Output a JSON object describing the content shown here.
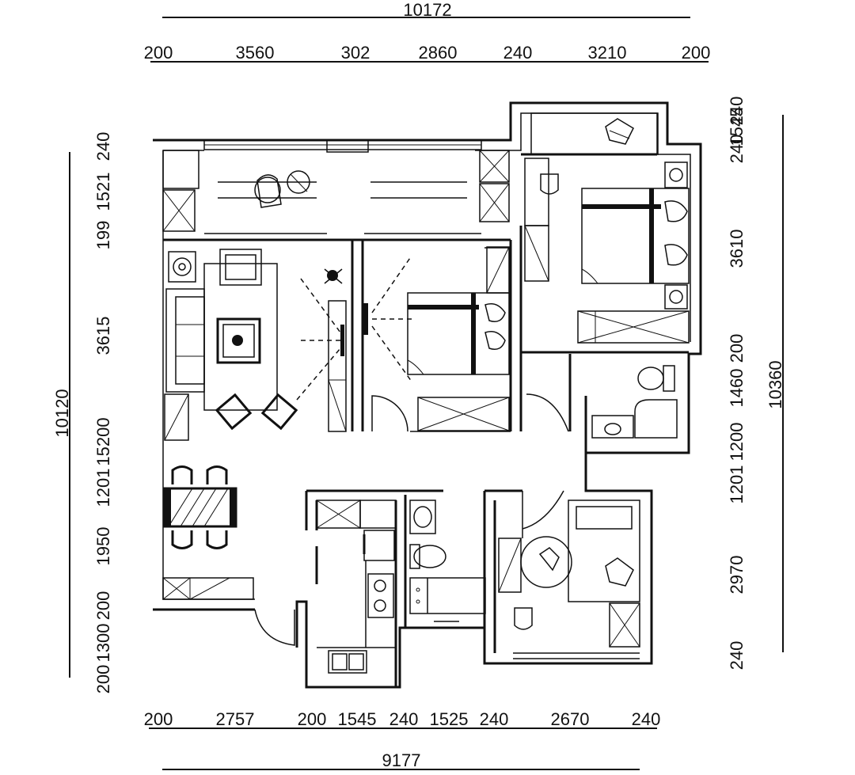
{
  "dimensions": {
    "top_total": "10172",
    "top_segments": [
      "200",
      "3560",
      "302",
      "2860",
      "240",
      "3210",
      "200"
    ],
    "bottom_total": "9177",
    "bottom_segments": [
      "200",
      "2757",
      "200",
      "1545",
      "240",
      "1525",
      "240",
      "2670",
      "240"
    ],
    "left_total": "10120",
    "left_segments": [
      "240",
      "1521",
      "199",
      "3615",
      "15200",
      "1201",
      "1950",
      "200",
      "1300",
      "200"
    ],
    "right_total": "10360",
    "right_segments": [
      "240",
      "1545",
      "240",
      "3610",
      "200",
      "1460",
      "1200",
      "1201",
      "2970",
      "240"
    ]
  },
  "colors": {
    "line": "#111111",
    "background": "#ffffff"
  },
  "icons": [
    "plant-icon",
    "wardrobe-icon",
    "sofa-icon",
    "armchair-icon",
    "coffee-table-icon",
    "double-bed-icon",
    "single-bed-icon",
    "dining-table-icon",
    "toilet-icon",
    "washbasin-icon",
    "stove-icon",
    "sink-icon",
    "shower-icon",
    "nightstand-icon",
    "tv-icon"
  ]
}
